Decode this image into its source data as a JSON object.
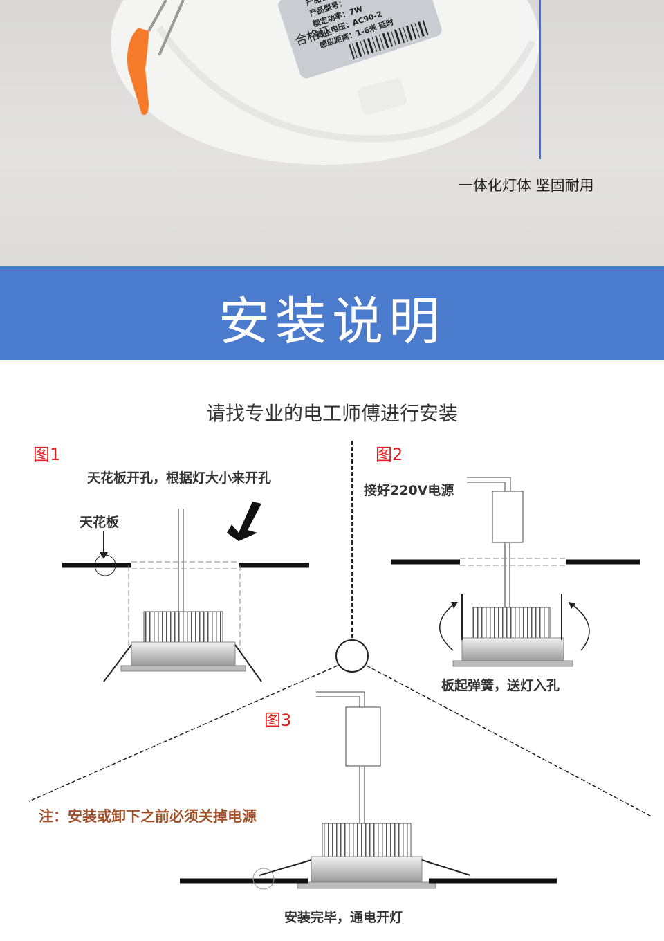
{
  "photo": {
    "caption": "一体化灯体 坚固耐用",
    "label_lines": [
      "产品名",
      "产品型号：",
      "额定功率：7W",
      "输入电压：AC90-2",
      "感应距离：1-6米 延时"
    ],
    "certificate": "合格证"
  },
  "banner": {
    "title": "安装说明"
  },
  "diagram": {
    "heading": "请找专业的电工师傅进行安装",
    "fig1": {
      "title": "图1",
      "instruction": "天花板开孔，根据灯大小来开孔",
      "ceiling_label": "天花板"
    },
    "fig2": {
      "title": "图2",
      "instruction": "接好220V电源",
      "step": "板起弹簧，送灯入孔"
    },
    "fig3": {
      "title": "图3",
      "warning": "注：安装或卸下之前必须关掉电源",
      "step": "安装完毕，通电开灯"
    }
  },
  "colors": {
    "banner": "#4a7bcc",
    "figure_title": "#e02020",
    "warning": "#a0522d"
  }
}
